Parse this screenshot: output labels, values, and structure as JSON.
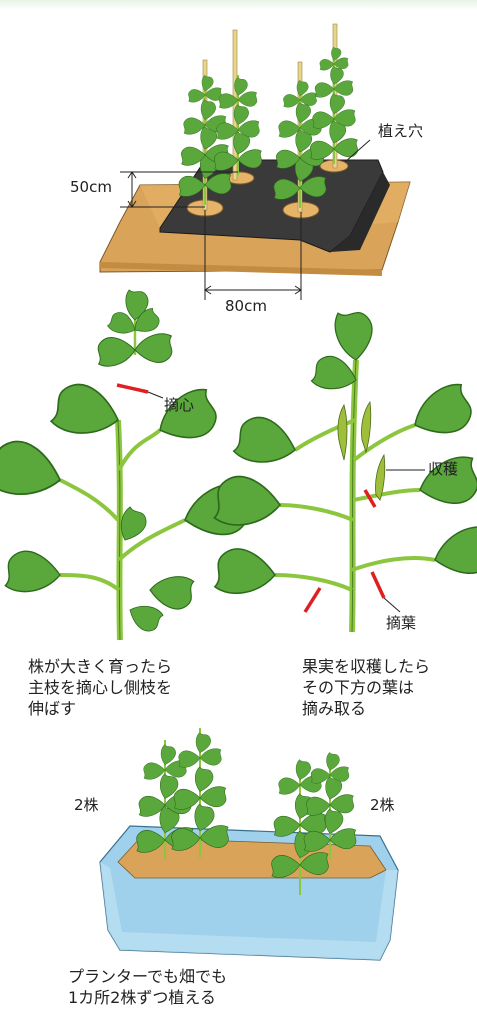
{
  "bed": {
    "spacing_vertical": "50cm",
    "spacing_horizontal": "80cm",
    "hole_label": "植え穴"
  },
  "pinch": {
    "label": "摘心",
    "caption_lines": [
      "株が大きく育ったら",
      "主枝を摘心し側枝を",
      "伸ばす"
    ]
  },
  "harvest": {
    "harvest_label": "収穫",
    "leaf_label": "摘葉",
    "caption_lines": [
      "果実を収穫したら",
      "その下方の葉は",
      "摘み取る"
    ]
  },
  "planter": {
    "left_count": "2株",
    "right_count": "2株",
    "caption_lines": [
      "プランターでも畑でも",
      "1カ所2株ずつ植える"
    ]
  },
  "colors": {
    "leaf": "#5aa83c",
    "leaf_dark": "#3f8a2b",
    "stem": "#8cc63f",
    "mulch": "#3a3a3a",
    "soil": "#d9a35a",
    "stake": "#e8d58a",
    "cut_mark": "#e02020",
    "planter": "#9fd0ec",
    "fruit": "#9fbf3a"
  }
}
